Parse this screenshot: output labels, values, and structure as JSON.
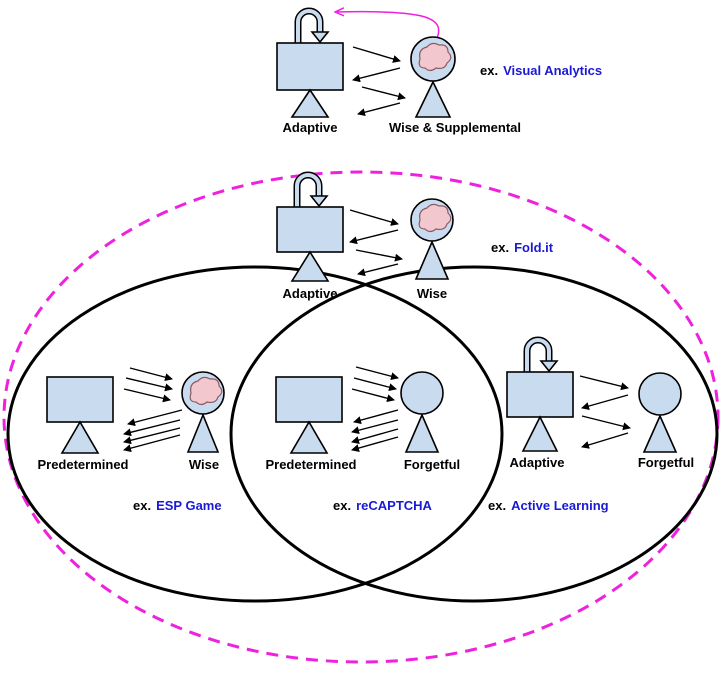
{
  "groups": {
    "visual_analytics": {
      "computer_label": "Adaptive",
      "human_label": "Wise & Supplemental",
      "example_prefix": "ex.",
      "example_name": "Visual Analytics"
    },
    "fold_it": {
      "computer_label": "Adaptive",
      "human_label": "Wise",
      "example_prefix": "ex.",
      "example_name": "Fold.it"
    },
    "esp_game": {
      "computer_label": "Predetermined",
      "human_label": "Wise",
      "example_prefix": "ex.",
      "example_name": "ESP Game"
    },
    "recaptcha": {
      "computer_label": "Predetermined",
      "human_label": "Forgetful",
      "example_prefix": "ex.",
      "example_name": "reCAPTCHA"
    },
    "active_learning": {
      "computer_label": "Adaptive",
      "human_label": "Forgetful",
      "example_prefix": "ex.",
      "example_name": "Active Learning"
    }
  },
  "colors": {
    "figure_fill": "#c9dcef",
    "brain_fill": "#f2c7ce",
    "example_text": "#1a1ad6",
    "dashed_ellipse": "#ee22dd",
    "outline": "#000000"
  }
}
